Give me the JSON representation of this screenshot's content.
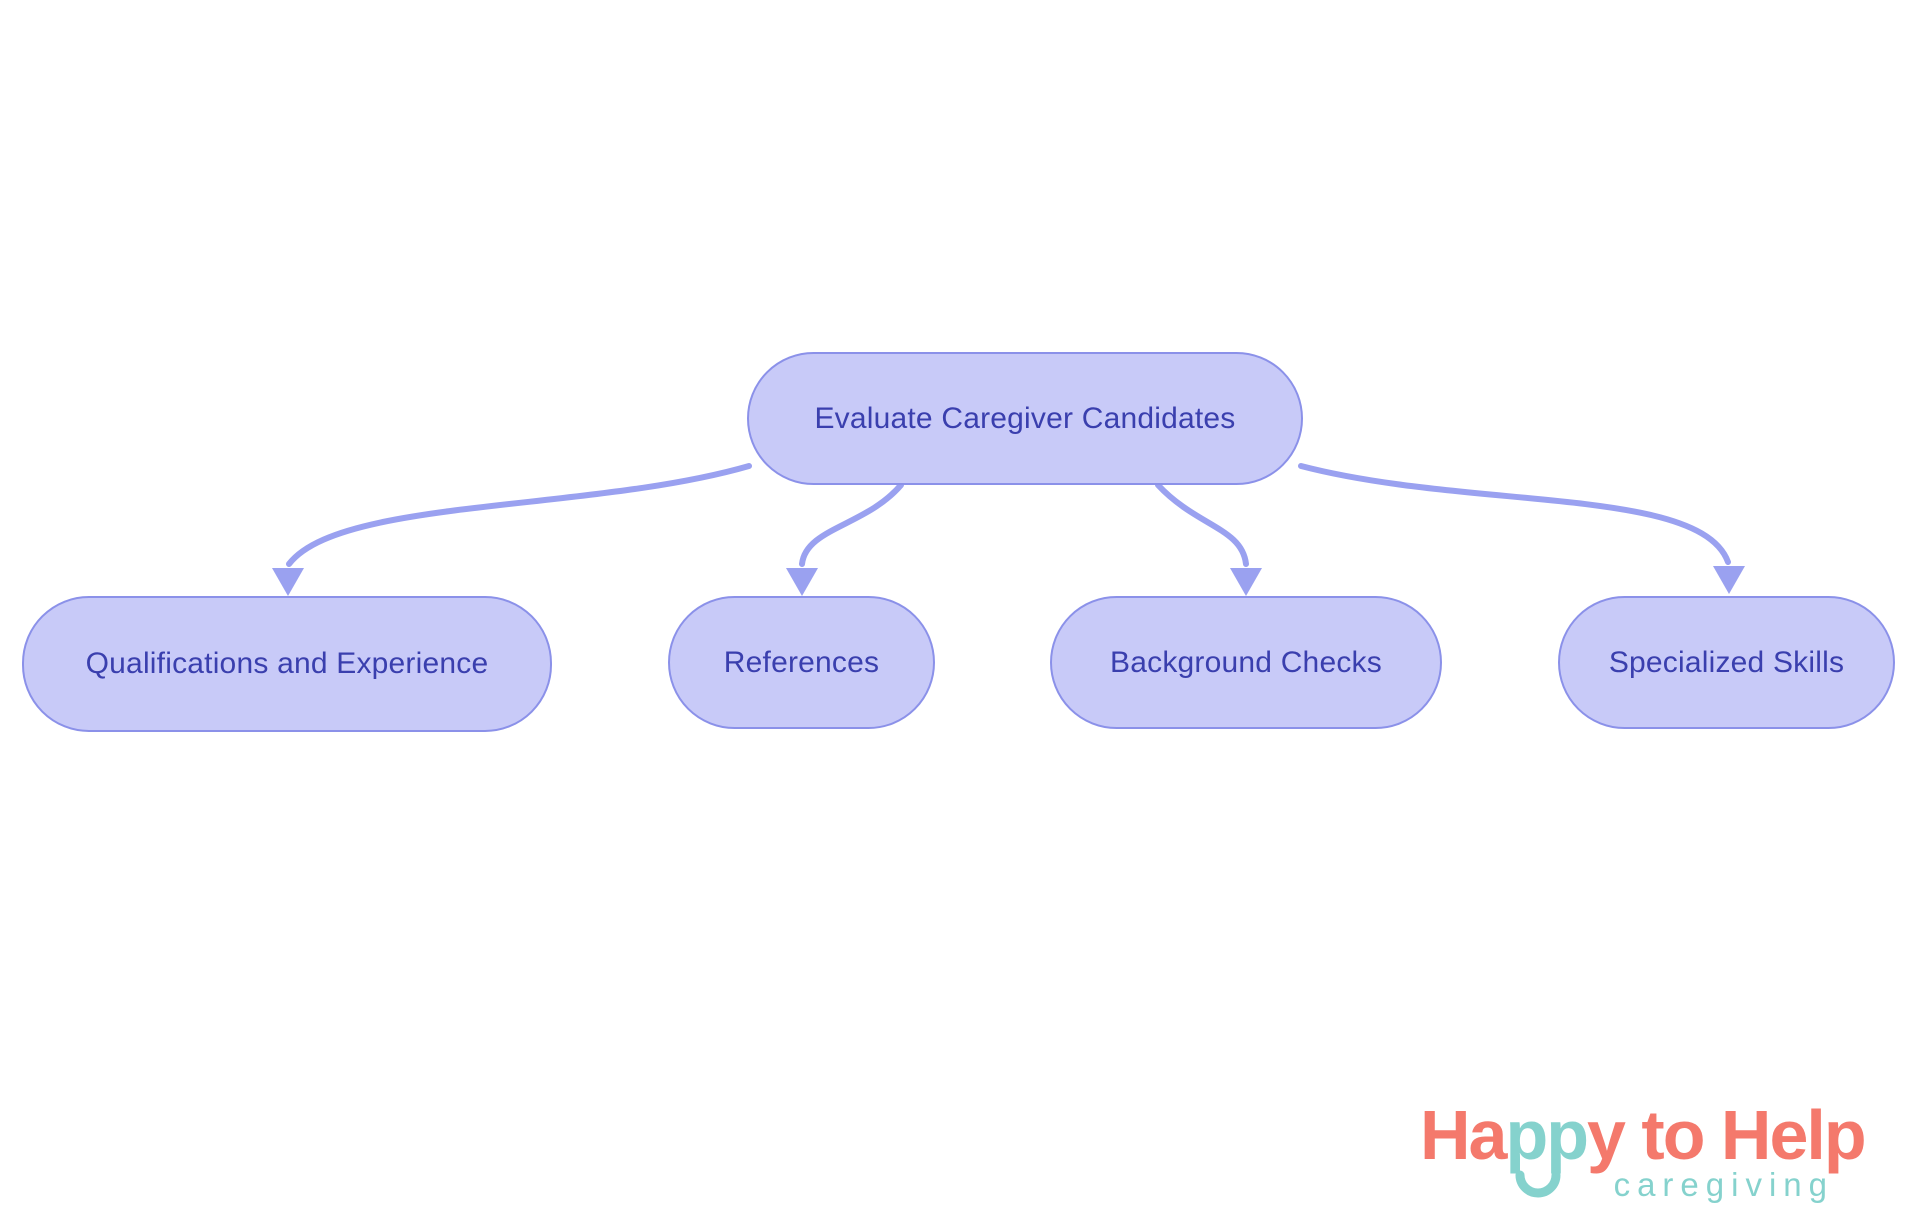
{
  "diagram": {
    "type": "flowchart",
    "root": {
      "label": "Evaluate Caregiver Candidates"
    },
    "children": [
      {
        "label": "Qualifications and Experience"
      },
      {
        "label": "References"
      },
      {
        "label": "Background Checks"
      },
      {
        "label": "Specialized Skills"
      }
    ]
  },
  "logo": {
    "wordmark": {
      "ha": "Ha",
      "pp": "pp",
      "rest": "y to Help"
    },
    "tagline": "caregiving"
  },
  "colors": {
    "node-fill": "#c8caf8",
    "node-border": "#8b91e9",
    "node-text": "#3a3fae",
    "edge": "#9aa1f0",
    "logo-coral": "#f4796c",
    "logo-teal": "#85d2cd",
    "background": "#ffffff"
  }
}
